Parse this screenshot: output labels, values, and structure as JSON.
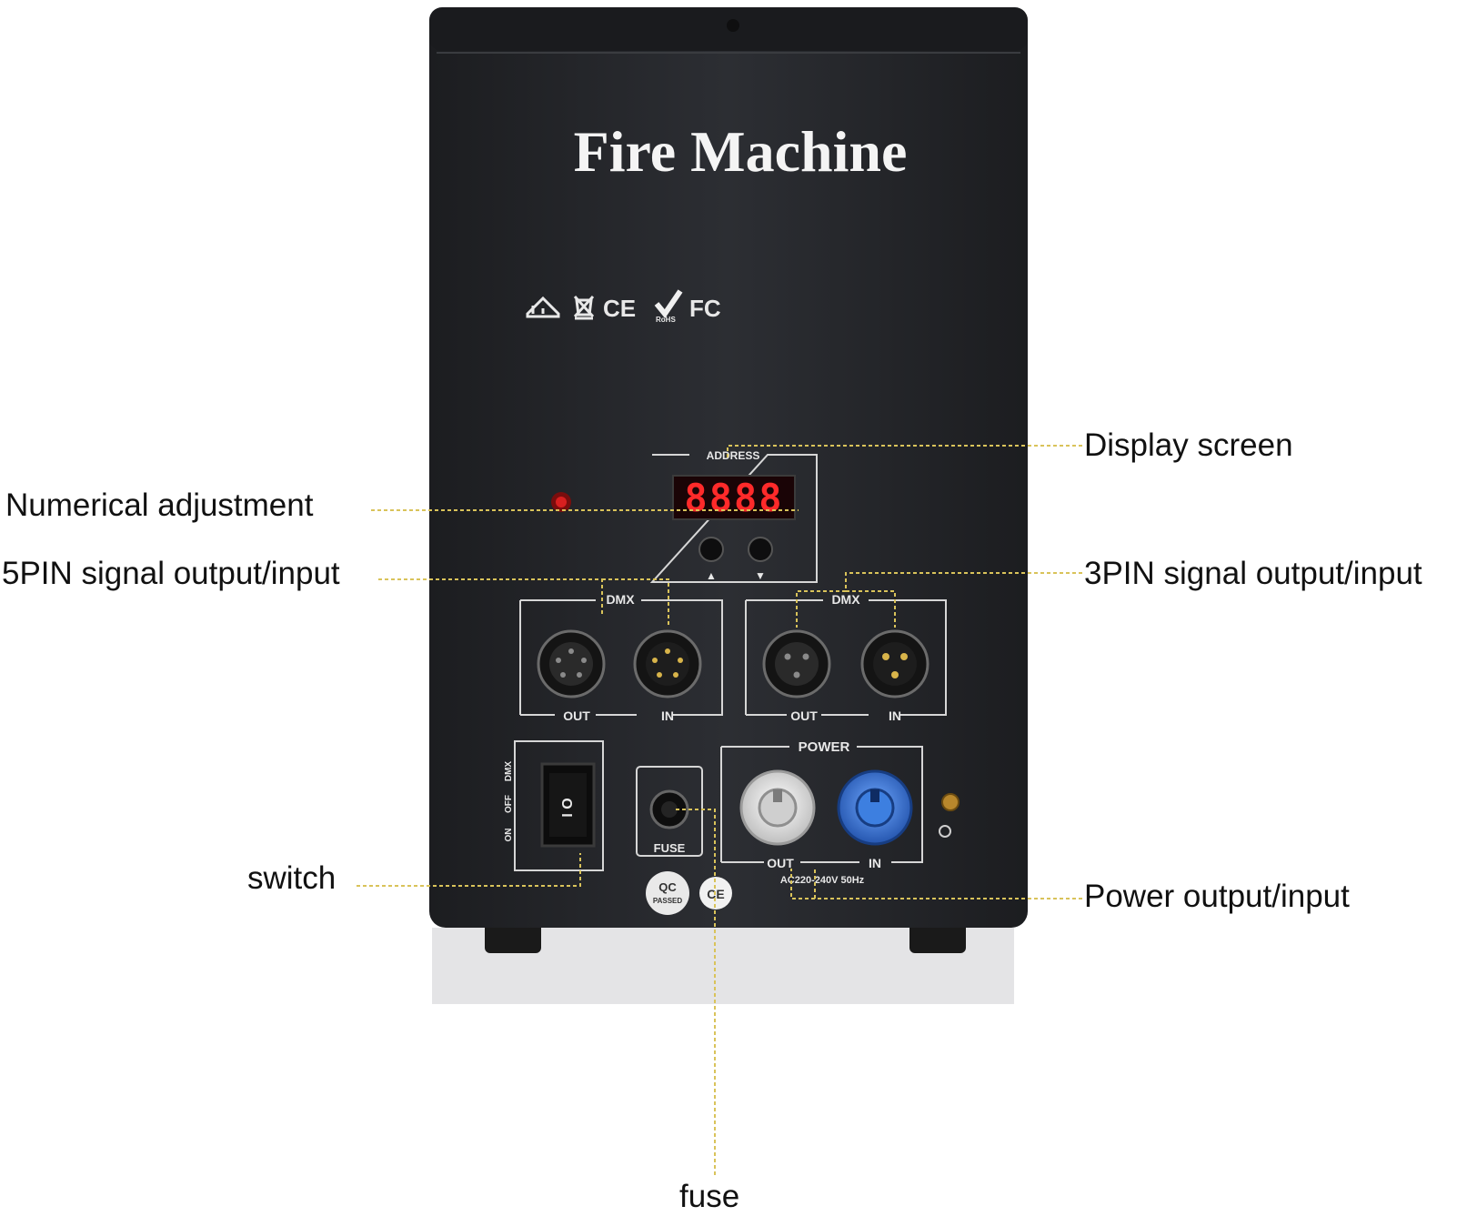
{
  "device": {
    "brand_title": "Fire Machine",
    "cert_marks": [
      "CE",
      "FC",
      "RoHS"
    ],
    "address_label": "ADDRESS",
    "display_value": "8888",
    "dmx_label": "DMX",
    "out_label": "OUT",
    "in_label": "IN",
    "power_label": "POWER",
    "power_rating": "AC220-240V 50Hz",
    "fuse_label": "FUSE",
    "switch_positions": [
      "DMX",
      "OFF",
      "ON"
    ],
    "qc_label": "QC",
    "qc_sub": "PASSED",
    "up_arrow": "▲",
    "down_arrow": "▼"
  },
  "callouts": {
    "display_screen": "Display screen",
    "numerical_adjustment": "Numerical adjustment",
    "pin5_signal": "5PIN signal output/input",
    "pin3_signal": "3PIN signal output/input",
    "switch": "switch",
    "power_io": "Power output/input",
    "fuse": "fuse"
  },
  "colors": {
    "body": "#25272b",
    "panel_line": "#d6d6d6",
    "leader": "#d9c35a",
    "led": "#ff2a2a",
    "power_in_connector": "#2f6fd0",
    "power_out_connector": "#e8e8e8"
  }
}
